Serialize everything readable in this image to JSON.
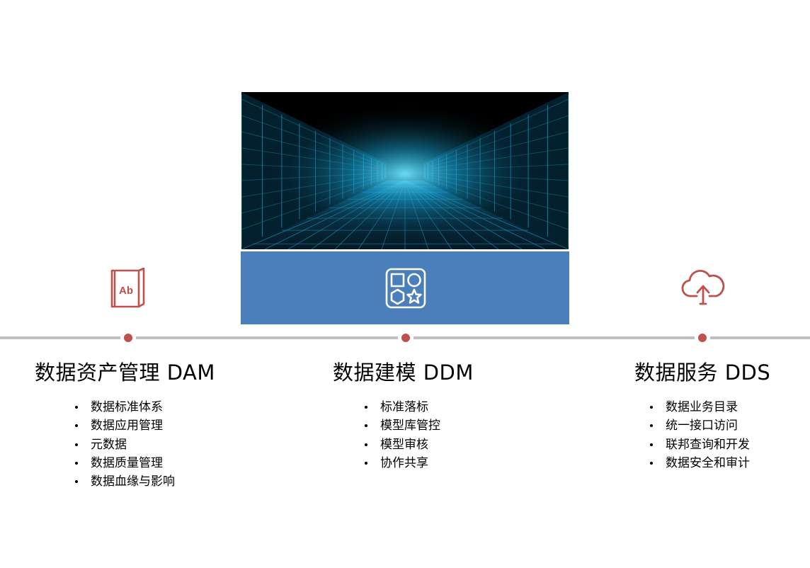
{
  "colors": {
    "accent_red": "#c0504d",
    "band_blue": "#4a7fbb",
    "timeline_gray": "#c0c0c0"
  },
  "hero": {
    "image_name": "data-center-tunnel-image",
    "band_icon": "shapes-icon"
  },
  "columns": [
    {
      "icon": "book-ab-icon",
      "title": "数据资产管理 DAM",
      "items": [
        "数据标准体系",
        "数据应用管理",
        "元数据",
        "数据质量管理",
        "数据血缘与影响"
      ]
    },
    {
      "icon": "shapes-icon",
      "title": "数据建模 DDM",
      "items": [
        "标准落标",
        "模型库管控",
        "模型审核",
        "协作共享"
      ]
    },
    {
      "icon": "cloud-upload-icon",
      "title": "数据服务 DDS",
      "items": [
        "数据业务目录",
        "统一接口访问",
        "联邦查询和开发",
        "数据安全和审计"
      ]
    }
  ]
}
